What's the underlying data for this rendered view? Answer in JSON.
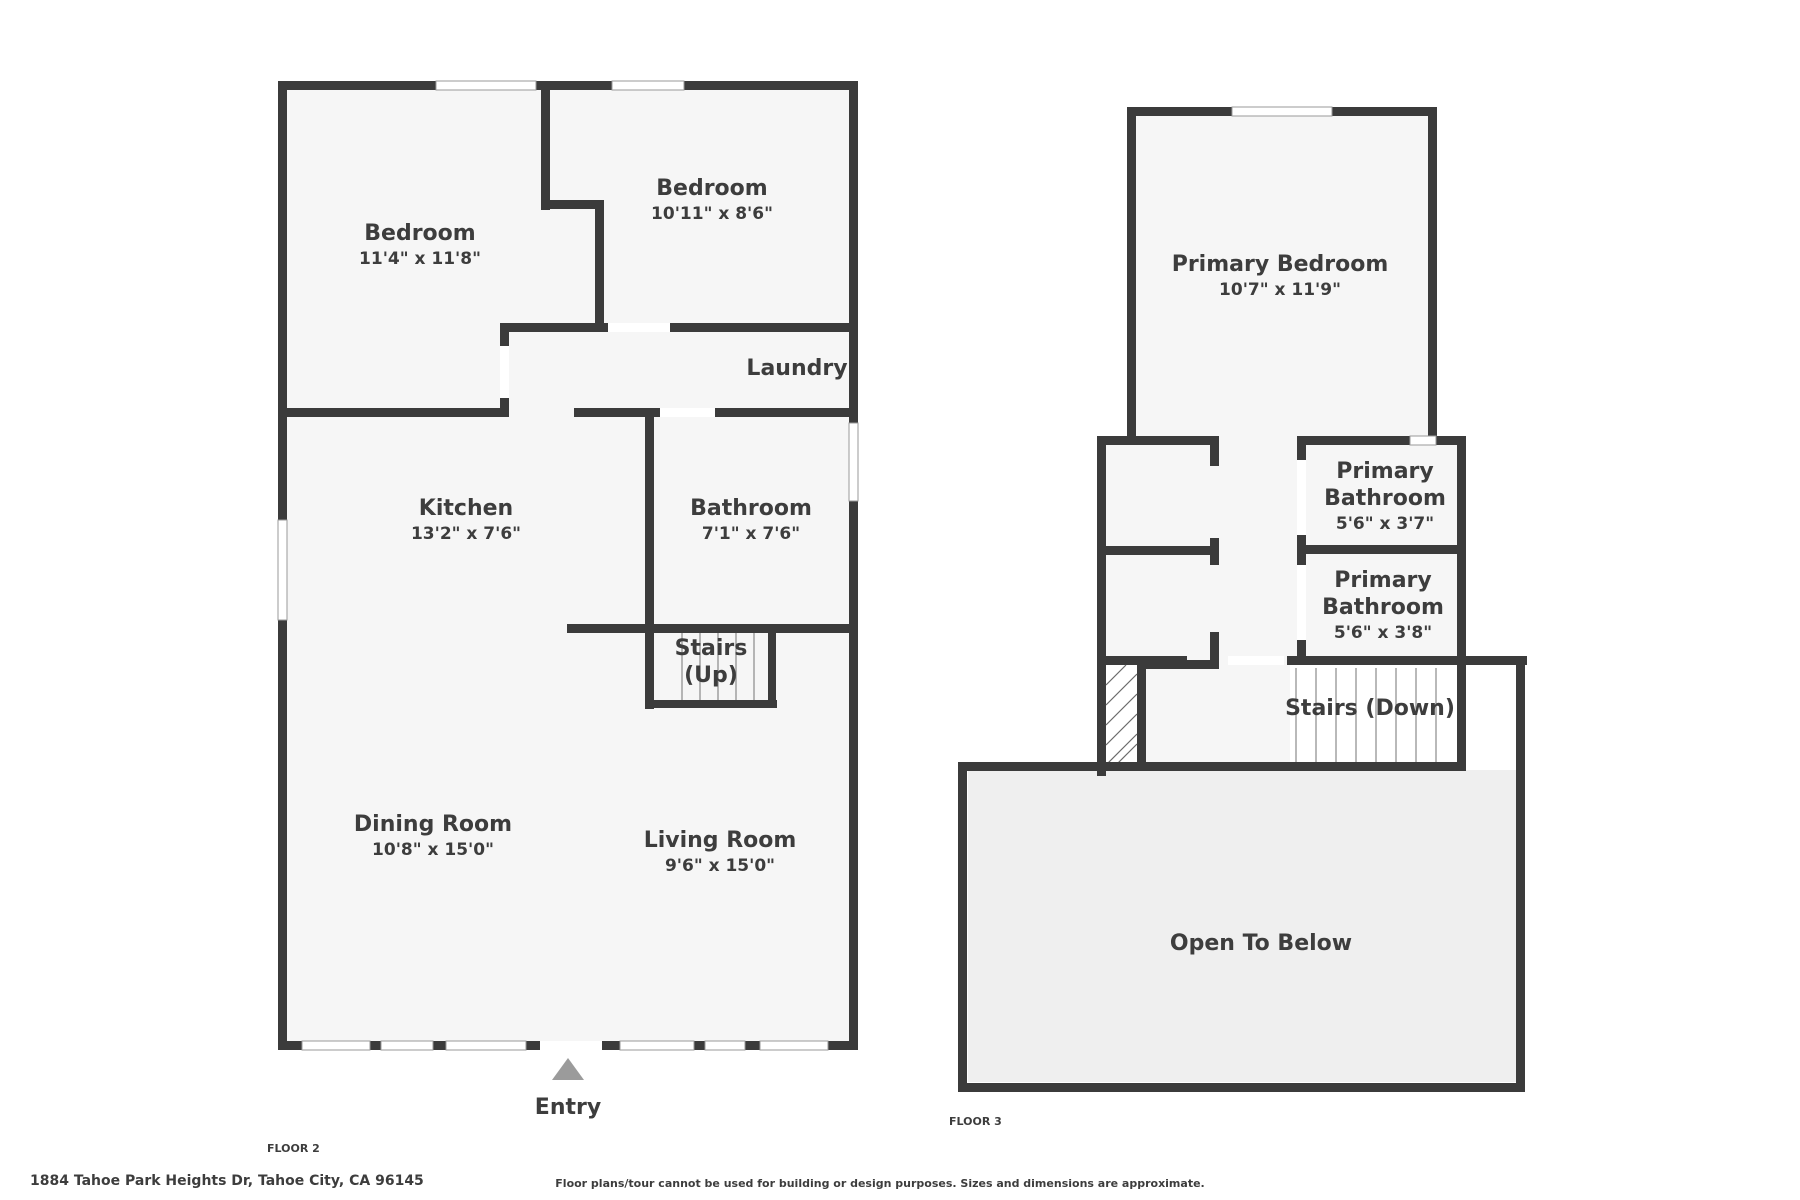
{
  "address": "1884 Tahoe Park Heights Dr, Tahoe City, CA 96145",
  "disclaimer": "Floor plans/tour cannot be used for building or design purposes. Sizes and dimensions are approximate.",
  "entry_label": "Entry",
  "floor2": {
    "label": "FLOOR 2",
    "rooms": {
      "bedroom_a": {
        "name": "Bedroom",
        "dims": "11'4\" x 11'8\""
      },
      "bedroom_b": {
        "name": "Bedroom",
        "dims": "10'11\" x 8'6\""
      },
      "laundry": {
        "name": "Laundry"
      },
      "kitchen": {
        "name": "Kitchen",
        "dims": "13'2\" x 7'6\""
      },
      "bathroom": {
        "name": "Bathroom",
        "dims": "7'1\" x 7'6\""
      },
      "stairs_up": {
        "line1": "Stairs",
        "line2": "(Up)"
      },
      "dining": {
        "name": "Dining Room",
        "dims": "10'8\" x 15'0\""
      },
      "living": {
        "name": "Living Room",
        "dims": "9'6\" x 15'0\""
      }
    }
  },
  "floor3": {
    "label": "FLOOR 3",
    "rooms": {
      "primary_bedroom": {
        "name": "Primary Bedroom",
        "dims": "10'7\" x 11'9\""
      },
      "primary_bath_1": {
        "line1": "Primary",
        "line2": "Bathroom",
        "dims": "5'6\" x 3'7\""
      },
      "primary_bath_2": {
        "line1": "Primary",
        "line2": "Bathroom",
        "dims": "5'6\" x 3'8\""
      },
      "stairs_down": {
        "name": "Stairs (Down)"
      },
      "open_below": {
        "name": "Open To Below"
      }
    }
  },
  "colors": {
    "wall": "#3b3b3b",
    "floor": "#f6f6f6",
    "text": "#3d3d3d"
  }
}
